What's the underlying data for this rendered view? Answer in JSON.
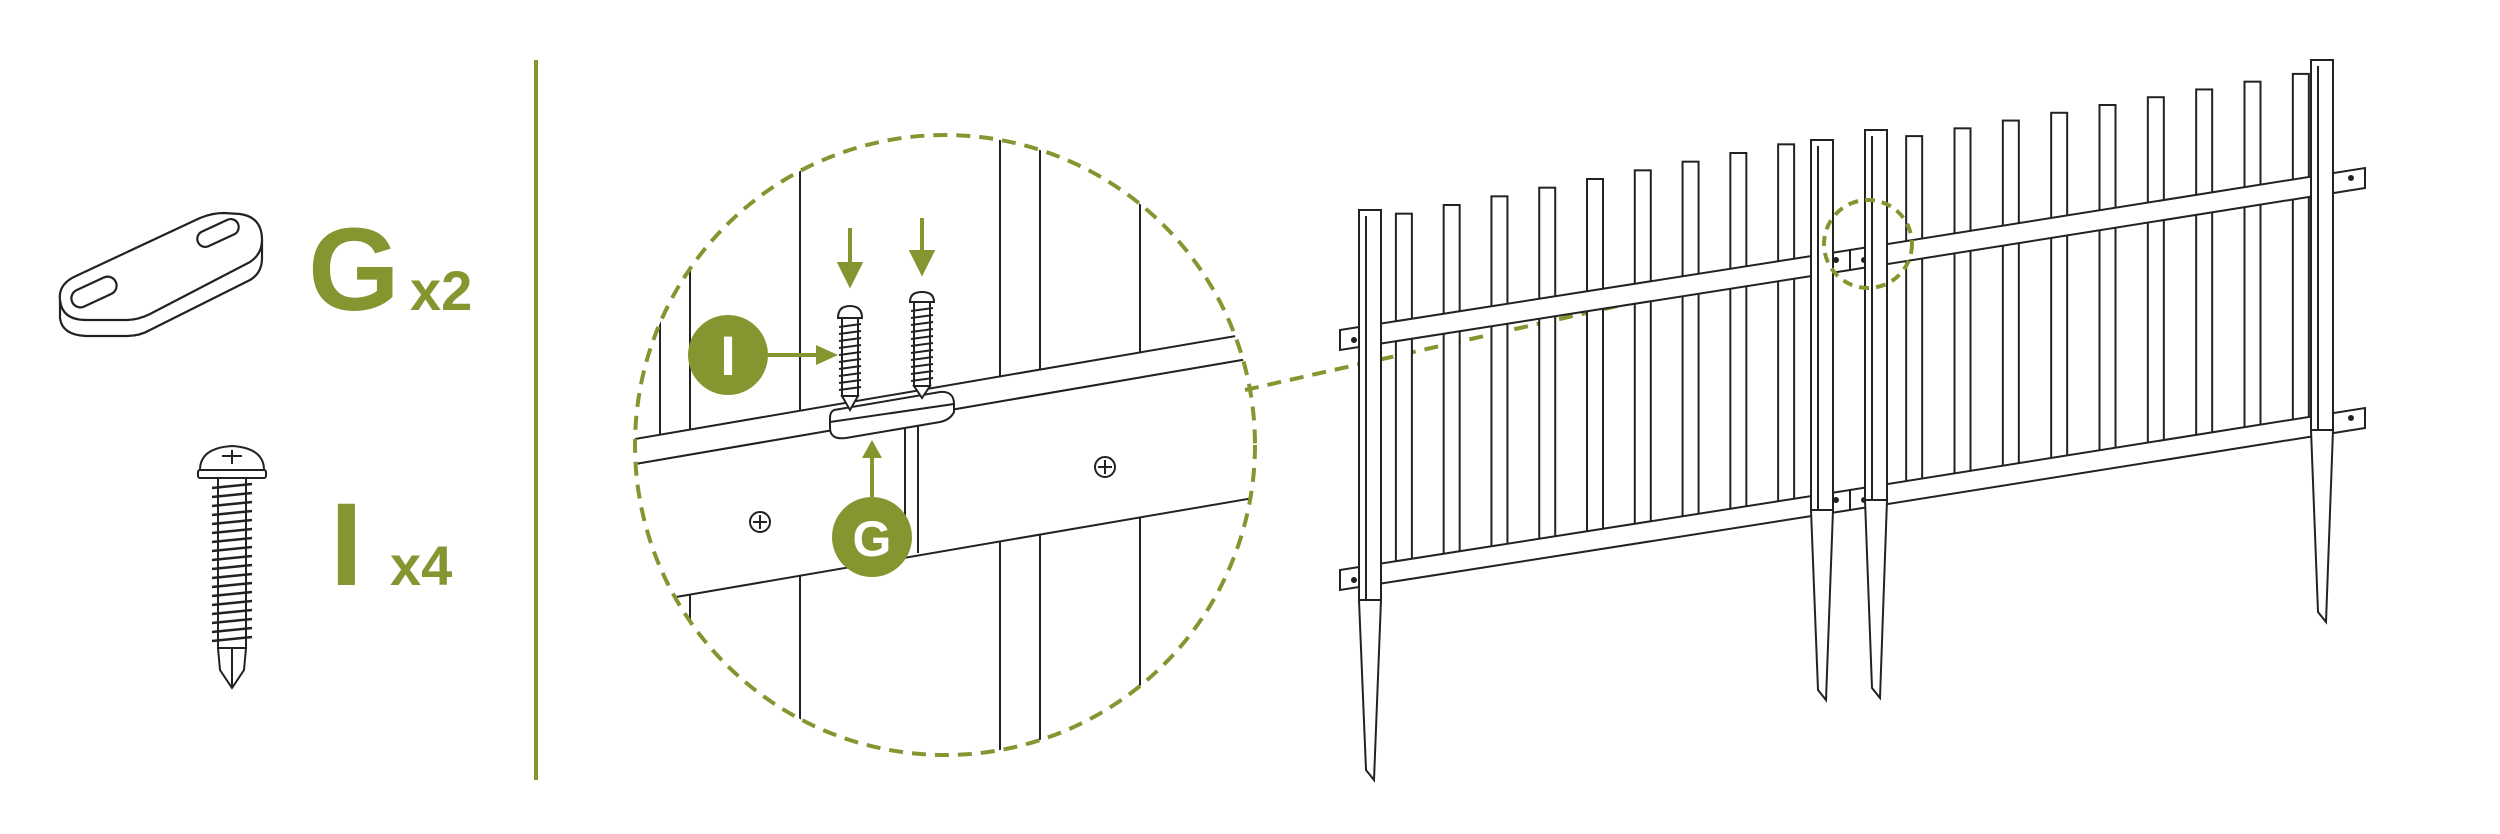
{
  "colors": {
    "accent": "#879531",
    "line": "#222222",
    "panel_fill": "#ffffff"
  },
  "parts": [
    {
      "letter": "G",
      "qty": "x2",
      "icon": "bracket-icon"
    },
    {
      "letter": "I",
      "qty": "x4",
      "icon": "screw-icon"
    }
  ],
  "callouts": [
    {
      "letter": "I",
      "points_to": "screw"
    },
    {
      "letter": "G",
      "points_to": "bracket"
    }
  ]
}
